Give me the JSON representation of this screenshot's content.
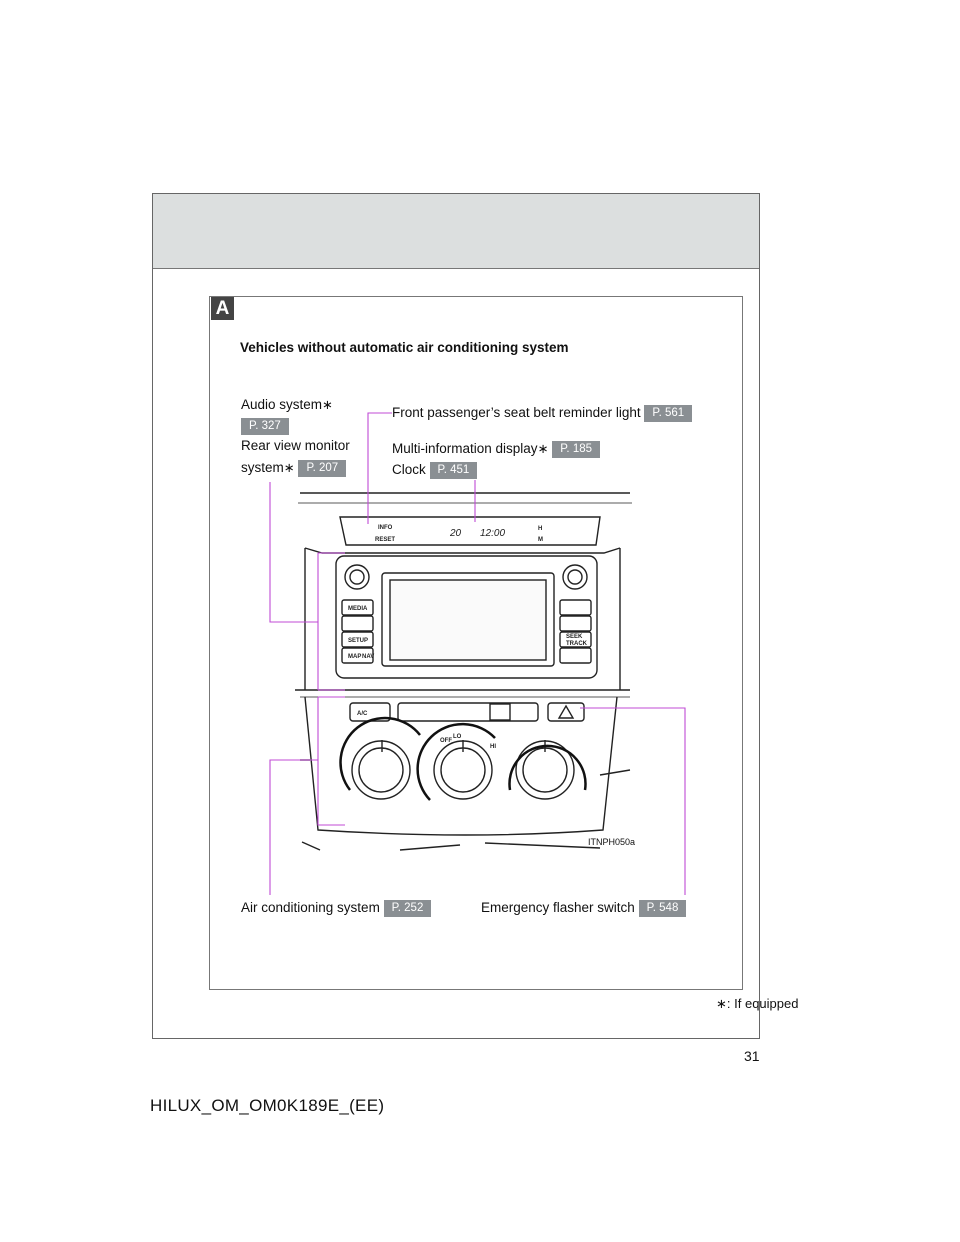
{
  "section_badge": "A",
  "heading": "Vehicles without automatic air conditioning system",
  "callouts": {
    "audio_system": {
      "label": "Audio system",
      "page": "P. 327"
    },
    "rear_view_monitor": {
      "label_line1": "Rear view monitor",
      "label_line2": "system",
      "page": "P. 207"
    },
    "seat_belt_light": {
      "label": "Front passenger’s seat belt reminder light",
      "page": "P. 561"
    },
    "multi_info_display": {
      "label": "Multi-information display",
      "page": "P. 185"
    },
    "clock": {
      "label": "Clock",
      "page": "P. 451"
    },
    "air_conditioning": {
      "label": "Air conditioning system",
      "page": "P. 252"
    },
    "emergency_flasher": {
      "label": "Emergency flasher switch",
      "page": "P. 548"
    }
  },
  "panel_labels": {
    "info": "INFO",
    "reset": "RESET",
    "temp": "20",
    "time": "12:00",
    "h": "H",
    "m": "M",
    "media": "MEDIA",
    "setup": "SETUP",
    "map": "MAP",
    "nav": "NAV",
    "seek": "SEEK",
    "track": "TRACK",
    "ac": "A/C",
    "off": "OFF",
    "lo": "LO",
    "hi": "HI"
  },
  "figure_id": "ITNPH050a",
  "footnote_star": "∗",
  "footnote": ": If equipped",
  "page_number": "31",
  "footer_code": "HILUX_OM_OM0K189E_(EE)",
  "colors": {
    "leader": "#c04bd6",
    "badge": "#8a8f93",
    "band": "#dcdfdf"
  }
}
